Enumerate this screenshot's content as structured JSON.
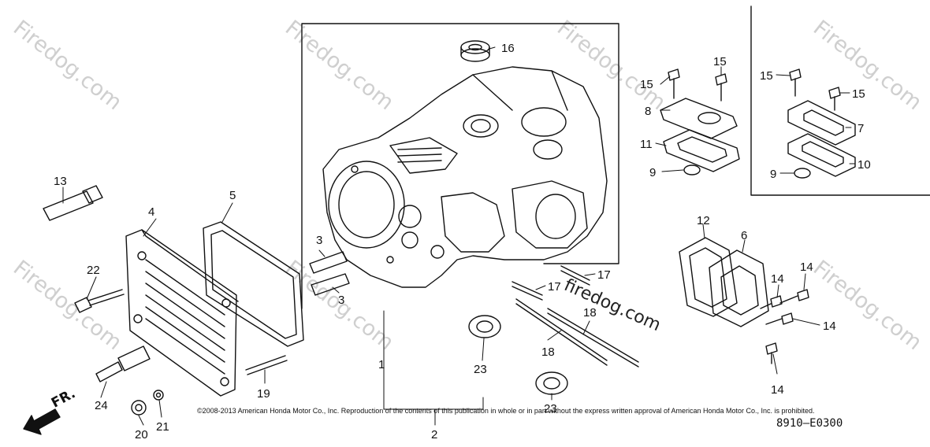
{
  "watermark": {
    "text": "Firedog.com",
    "main_text": "firedog.com"
  },
  "copyright": "©2008-2013 American Honda Motor Co., Inc. Reproduction of the contents of this publication in whole or in part without the express written approval of American Honda Motor Co., Inc. is prohibited.",
  "figure_number": "8910—E0300",
  "direction_label": "FR.",
  "callouts": {
    "c1": "1",
    "c2": "2",
    "c3a": "3",
    "c3b": "3",
    "c4": "4",
    "c5": "5",
    "c6": "6",
    "c7": "7",
    "c8": "8",
    "c9a": "9",
    "c9b": "9",
    "c10": "10",
    "c11": "11",
    "c12": "12",
    "c13": "13",
    "c14a": "14",
    "c14b": "14",
    "c14c": "14",
    "c14d": "14",
    "c15a": "15",
    "c15b": "15",
    "c15c": "15",
    "c15d": "15",
    "c16": "16",
    "c17a": "17",
    "c17b": "17",
    "c18a": "18",
    "c18b": "18",
    "c19": "19",
    "c20": "20",
    "c21": "21",
    "c22": "22",
    "c23a": "23",
    "c23b": "23",
    "c24": "24"
  }
}
